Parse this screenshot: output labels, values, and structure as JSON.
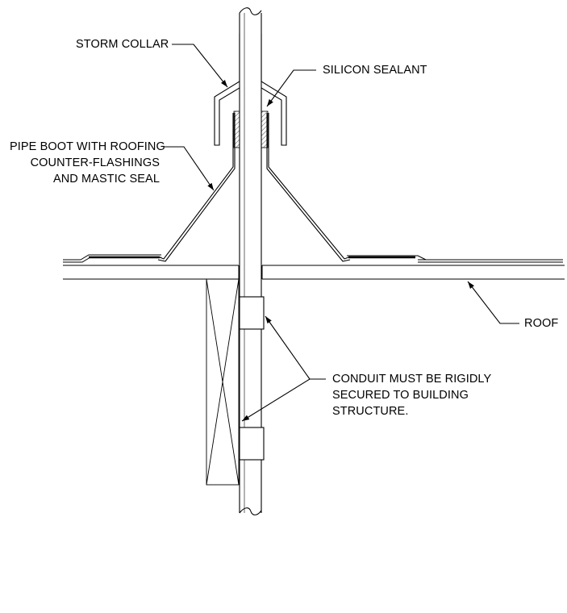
{
  "labels": {
    "storm_collar": "STORM COLLAR",
    "silicon_sealant": "SILICON SEALANT",
    "pipe_boot": [
      "PIPE BOOT WITH ROOFING",
      "COUNTER-FLASHINGS",
      "AND MASTIC SEAL"
    ],
    "roof": "ROOF",
    "conduit_note": [
      "CONDUIT MUST BE RIGIDLY",
      "SECURED TO BUILDING",
      "STRUCTURE."
    ]
  },
  "colors": {
    "line": "#000000",
    "background": "#ffffff"
  }
}
